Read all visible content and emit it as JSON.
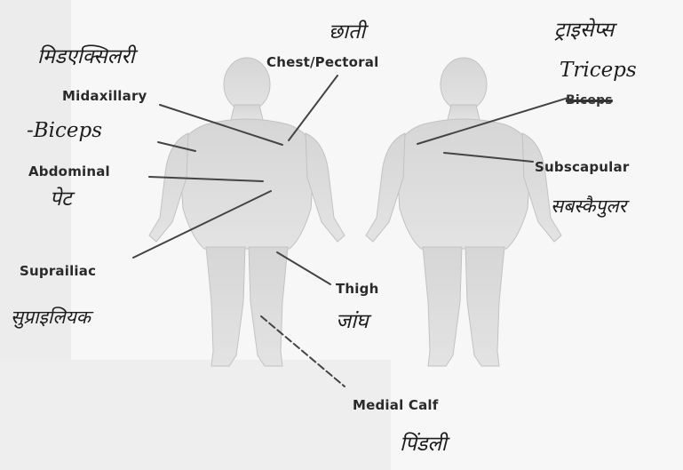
{
  "diagram": {
    "labels": {
      "chest": "Chest/Pectoral",
      "midaxillary": "Midaxillary",
      "abdominal": "Abdominal",
      "suprailiac": "Suprailiac",
      "thigh": "Thigh",
      "medial_calf": "Medial Calf",
      "subscapular": "Subscapular",
      "biceps_printed": "Biceps"
    },
    "handwritten": {
      "chest_hi": "छाती",
      "midaxillary_hi": "मिडएक्सिलरी",
      "biceps_en": "-Biceps",
      "abdominal_hi": "पेट",
      "suprailiac_hi": "सुप्राइलियक",
      "thigh_hi": "जांघ",
      "calf_hi": "पिंडली",
      "triceps_hi": "ट्राइसेप्स",
      "triceps_en": "Triceps",
      "subscapular_hi": "सबस्कैपुलर"
    }
  }
}
